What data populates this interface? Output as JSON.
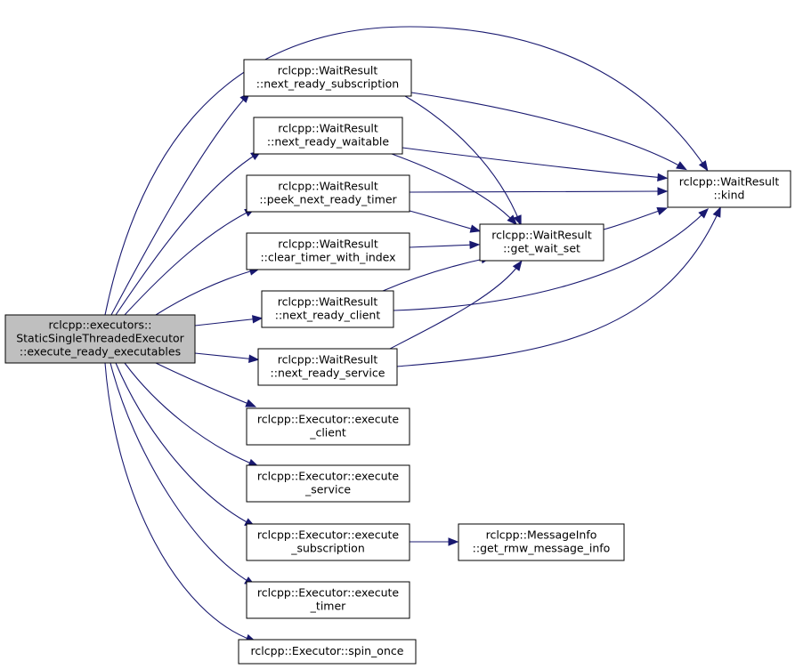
{
  "colors": {
    "edge": "#191970",
    "node_fill": "#ffffff",
    "root_fill": "#bfbfbf",
    "node_border": "#000000"
  },
  "nodes": [
    {
      "id": "root",
      "lines": [
        "rclcpp::executors::",
        "StaticSingleThreadedExecutor",
        "::execute_ready_executables"
      ],
      "root": true
    },
    {
      "id": "next_ready_subscription",
      "lines": [
        "rclcpp::WaitResult",
        "::next_ready_subscription"
      ]
    },
    {
      "id": "next_ready_waitable",
      "lines": [
        "rclcpp::WaitResult",
        "::next_ready_waitable"
      ]
    },
    {
      "id": "peek_next_ready_timer",
      "lines": [
        "rclcpp::WaitResult",
        "::peek_next_ready_timer"
      ]
    },
    {
      "id": "clear_timer_with_index",
      "lines": [
        "rclcpp::WaitResult",
        "::clear_timer_with_index"
      ]
    },
    {
      "id": "next_ready_client",
      "lines": [
        "rclcpp::WaitResult",
        "::next_ready_client"
      ]
    },
    {
      "id": "next_ready_service",
      "lines": [
        "rclcpp::WaitResult",
        "::next_ready_service"
      ]
    },
    {
      "id": "execute_client",
      "lines": [
        "rclcpp::Executor::execute",
        "_client"
      ]
    },
    {
      "id": "execute_service",
      "lines": [
        "rclcpp::Executor::execute",
        "_service"
      ]
    },
    {
      "id": "execute_subscription",
      "lines": [
        "rclcpp::Executor::execute",
        "_subscription"
      ]
    },
    {
      "id": "execute_timer",
      "lines": [
        "rclcpp::Executor::execute",
        "_timer"
      ]
    },
    {
      "id": "spin_once",
      "lines": [
        "rclcpp::Executor::spin_once"
      ]
    },
    {
      "id": "get_wait_set",
      "lines": [
        "rclcpp::WaitResult",
        "::get_wait_set"
      ]
    },
    {
      "id": "kind",
      "lines": [
        "rclcpp::WaitResult",
        "::kind"
      ]
    },
    {
      "id": "get_rmw_message_info",
      "lines": [
        "rclcpp::MessageInfo",
        "::get_rmw_message_info"
      ]
    }
  ],
  "edges": [
    {
      "from": "root",
      "to": "kind"
    },
    {
      "from": "root",
      "to": "next_ready_subscription"
    },
    {
      "from": "root",
      "to": "next_ready_waitable"
    },
    {
      "from": "root",
      "to": "peek_next_ready_timer"
    },
    {
      "from": "root",
      "to": "clear_timer_with_index"
    },
    {
      "from": "root",
      "to": "next_ready_client"
    },
    {
      "from": "root",
      "to": "next_ready_service"
    },
    {
      "from": "root",
      "to": "execute_client"
    },
    {
      "from": "root",
      "to": "execute_service"
    },
    {
      "from": "root",
      "to": "execute_subscription"
    },
    {
      "from": "root",
      "to": "execute_timer"
    },
    {
      "from": "root",
      "to": "spin_once"
    },
    {
      "from": "next_ready_subscription",
      "to": "kind"
    },
    {
      "from": "next_ready_subscription",
      "to": "get_wait_set"
    },
    {
      "from": "next_ready_waitable",
      "to": "kind"
    },
    {
      "from": "next_ready_waitable",
      "to": "get_wait_set"
    },
    {
      "from": "peek_next_ready_timer",
      "to": "kind"
    },
    {
      "from": "peek_next_ready_timer",
      "to": "get_wait_set"
    },
    {
      "from": "clear_timer_with_index",
      "to": "get_wait_set"
    },
    {
      "from": "next_ready_client",
      "to": "get_wait_set"
    },
    {
      "from": "next_ready_client",
      "to": "kind"
    },
    {
      "from": "next_ready_service",
      "to": "get_wait_set"
    },
    {
      "from": "next_ready_service",
      "to": "kind"
    },
    {
      "from": "get_wait_set",
      "to": "kind"
    },
    {
      "from": "execute_subscription",
      "to": "get_rmw_message_info"
    }
  ]
}
